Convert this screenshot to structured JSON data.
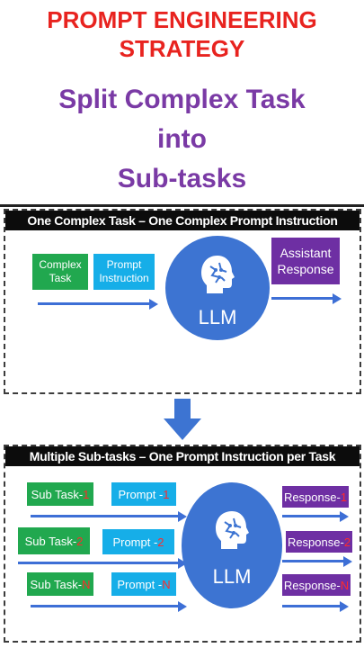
{
  "header": {
    "title_line1": "PROMPT ENGINEERING",
    "title_line2": "STRATEGY",
    "subtitle_line1": "Split Complex Task",
    "subtitle_line2": "into",
    "subtitle_line3": "Sub-tasks"
  },
  "panel_top": {
    "heading": "One Complex Task – One Complex Prompt Instruction",
    "task_line1": "Complex",
    "task_line2": "Task",
    "prompt_line1": "Prompt",
    "prompt_line2": "Instruction",
    "llm_label": "LLM",
    "response_line1": "Assistant",
    "response_line2": "Response"
  },
  "panel_bottom": {
    "heading": "Multiple Sub-tasks – One Prompt Instruction per Task",
    "rows": [
      {
        "task": "Sub Task-",
        "task_num": "1",
        "prompt": "Prompt -",
        "prompt_num": "1",
        "response": "Response-",
        "response_num": "1"
      },
      {
        "task": "Sub Task-",
        "task_num": "2",
        "prompt": "Prompt -",
        "prompt_num": "2",
        "response": "Response-",
        "response_num": "2"
      },
      {
        "task": "Sub Task-",
        "task_num": "N",
        "prompt": "Prompt -",
        "prompt_num": "N",
        "response": "Response-",
        "response_num": "N"
      }
    ],
    "llm_label": "LLM"
  },
  "colors": {
    "title_red": "#e8231f",
    "subtitle_purple": "#7a3aa5",
    "task_green": "#21a84f",
    "prompt_cyan": "#16aee8",
    "response_purple": "#6e2fa3",
    "llm_blue": "#3d74d2",
    "number_red": "#ff2a2a"
  },
  "icons": [
    "head-brain-icon",
    "down-arrow-icon",
    "right-arrow-icon"
  ]
}
